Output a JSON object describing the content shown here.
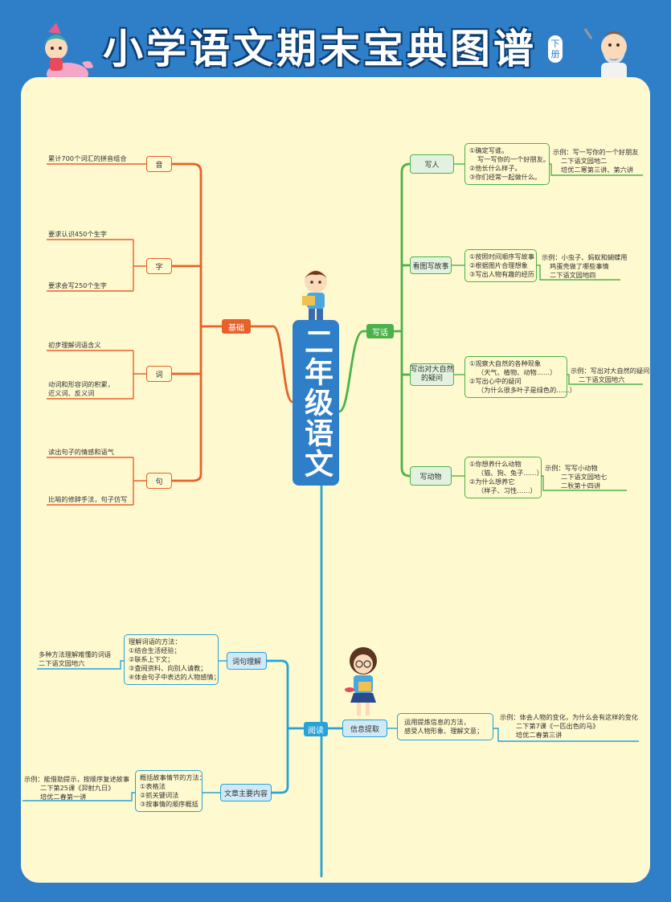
{
  "header": {
    "title": "小学语文期末宝典图谱",
    "volume": "下册"
  },
  "center": {
    "label": "二年级语文"
  },
  "branches": {
    "basics": {
      "label": "基础",
      "subs": [
        {
          "label": "音",
          "notes": [
            "累计700个词汇的拼音组合"
          ]
        },
        {
          "label": "字",
          "notes": [
            "要求认识450个生字",
            "要求会写250个生字"
          ]
        },
        {
          "label": "词",
          "notes": [
            "初步理解词语含义",
            "动词和形容词的积累，",
            "近义词、反义词"
          ]
        },
        {
          "label": "句",
          "notes": [
            "读出句子的情感和语气",
            "比喻的修辞手法，句子仿写"
          ]
        }
      ]
    },
    "writing": {
      "label": "写话",
      "subs": [
        {
          "label": "写人",
          "detail": [
            "①确定写谁。",
            "写一写你的一个好朋友。",
            "②他长什么样子。",
            "③你们经常一起做什么。"
          ],
          "example": [
            "示例：写一写你的一个好朋友",
            "二下语文园地二",
            "培优二寒第三讲、第六讲"
          ]
        },
        {
          "label": "看图写故事",
          "detail": [
            "①按照时间顺序写故事",
            "②根据图片合理想象",
            "③写出人物有趣的经历"
          ],
          "example": [
            "示例：小虫子、蚂蚁和蝴蝶用",
            "鸡蛋壳做了哪些事情",
            "二下语文园地四"
          ]
        },
        {
          "label": "写出对大自然的疑问",
          "label_lines": [
            "写出对大自然",
            "的疑问"
          ],
          "detail": [
            "①观察大自然的各种现象",
            "（天气、植物、动物……）",
            "②写出心中的疑问",
            "（为什么很多叶子是绿色的……）"
          ],
          "example": [
            "示例：写出对大自然的疑问",
            "二下语文园地六"
          ]
        },
        {
          "label": "写动物",
          "detail": [
            "①你想养什么动物",
            "（猫、狗、兔子……）",
            "②为什么想养它",
            "（样子、习性……）"
          ],
          "example": [
            "示例：写写小动物",
            "二下语文园地七",
            "二秋第十四讲"
          ]
        }
      ]
    },
    "reading": {
      "label": "阅读",
      "subs": [
        {
          "label": "词句理解",
          "detail": [
            "理解词语的方法：",
            "①结合生活经验；",
            "②联系上下文；",
            "③查阅资料、向别人请教；",
            "④体会句子中表达的人物感情；"
          ],
          "example": [
            "多种方法理解难懂的词语",
            "二下语文园地六"
          ]
        },
        {
          "label": "信息提取",
          "detail": [
            "运用提炼信息的方法，",
            "感受人物形象、理解文意；"
          ],
          "example": [
            "示例：体会人物的变化，为什么会有这样的变化",
            "二下第7课《一匹出色的马》",
            "培优二春第三讲"
          ]
        },
        {
          "label": "文章主要内容",
          "detail": [
            "概括故事情节的方法：",
            "①表格法",
            "②抓关键词法",
            "③按事情的顺序概括"
          ],
          "example": [
            "示例：能借助提示，按顺序复述故事",
            "二下第25课《羿射九日》",
            "培优二春第一讲"
          ]
        }
      ]
    }
  },
  "colors": {
    "background": "#2f7fc8",
    "paper": "#fff9cf",
    "basics": "#e8612a",
    "writing": "#4bb24b",
    "reading": "#27a3d7"
  }
}
